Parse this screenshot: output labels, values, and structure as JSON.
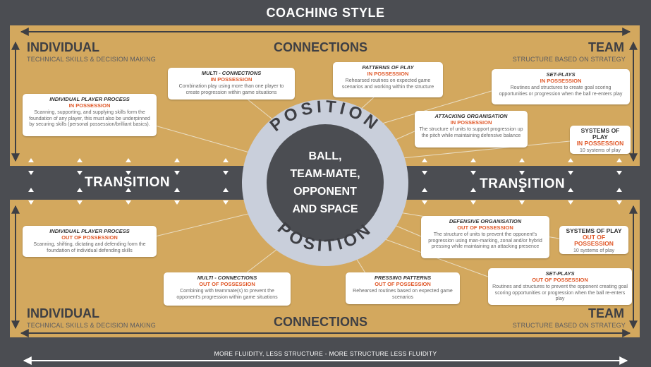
{
  "title": "COACHING STYLE",
  "top": {
    "individual": "INDIVIDUAL",
    "individual_sub": "TECHNICAL SKILLS & DECISION MAKING",
    "connections": "CONNECTIONS",
    "team": "TEAM",
    "team_sub": "STRUCTURE BASED ON STRATEGY"
  },
  "bottom": {
    "individual": "INDIVIDUAL",
    "individual_sub": "TECHNICAL SKILLS & DECISION MAKING",
    "connections": "CONNECTIONS",
    "team": "TEAM",
    "team_sub": "STRUCTURE BASED ON STRATEGY"
  },
  "transition_left": "TRANSITION",
  "transition_right": "TRANSITION",
  "position_top": "POSITION",
  "position_bottom": "POSITION",
  "center_lines": [
    "BALL,",
    "TEAM-MATE,",
    "OPPONENT",
    "AND SPACE"
  ],
  "bottom_caption": "MORE FLUIDITY, LESS STRUCTURE - MORE STRUCTURE LESS FLUIDITY",
  "cards": {
    "ipp_in": {
      "title": "INDIVIDUAL PLAYER PROCESS",
      "state": "IN POSSESSION",
      "body": "Scanning, supporting, and supplying skills form the foundation of any player, this must also be underpinned by securing skills (personal possession/brilliant basics)."
    },
    "mc_in": {
      "title": "MULTI - CONNECTIONS",
      "state": "IN POSSESSION",
      "body": "Combination play using more than one player to create progression within game situations"
    },
    "pop_in": {
      "title": "PATTERNS OF PLAY",
      "state": "IN POSSESSION",
      "body": "Rehearsed routines on expected game scenarios and working within the structure"
    },
    "sp_in": {
      "title": "SET-PLAYS",
      "state": "IN POSSESSION",
      "body": "Routines and structures to create goal scoring opportunities or progression when the ball re-enters play"
    },
    "ao_in": {
      "title": "ATTACKING ORGANISATION",
      "state": "IN POSSESSION",
      "body": "The structure of units to support progression up the pitch while maintaining defensive balance"
    },
    "sop_in": {
      "title": "SYSTEMS OF PLAY",
      "state": "IN POSSESSION",
      "body": "10 systems of play"
    },
    "ipp_out": {
      "title": "INDIVIDUAL PLAYER PROCESS",
      "state": "OUT OF POSSESSION",
      "body": "Scanning, shifting, dictating and defending form the foundation of individual defending skills"
    },
    "do_out": {
      "title": "DEFENSIVE ORGANISATION",
      "state": "OUT OF POSSESSION",
      "body": "The structure of units to prevent the opponent's progression using man-marking, zonal and/or hybrid pressing while maintaining an attacking presence"
    },
    "sop_out": {
      "title": "SYSTEMS OF PLAY",
      "state": "OUT OF POSSESSION",
      "body": "10 systems of play"
    },
    "mc_out": {
      "title": "MULTI - CONNECTIONS",
      "state": "OUT OF POSSESSION",
      "body": "Combining with teammate(s) to prevent the opponent's progression within game situations"
    },
    "pp_out": {
      "title": "PRESSING PATTERNS",
      "state": "OUT OF POSSESSION",
      "body": "Rehearsed routines based on expected game scenarios"
    },
    "sp_out": {
      "title": "SET-PLAYS",
      "state": "OUT OF POSSESSION",
      "body": "Routines and structures to prevent the opponent creating goal scoring opportunities or progression when the ball re-enters play"
    }
  },
  "colors": {
    "background": "#4b4d52",
    "gold": "#d3a85e",
    "accent": "#e0592a",
    "ring": "#c9cfdb"
  }
}
